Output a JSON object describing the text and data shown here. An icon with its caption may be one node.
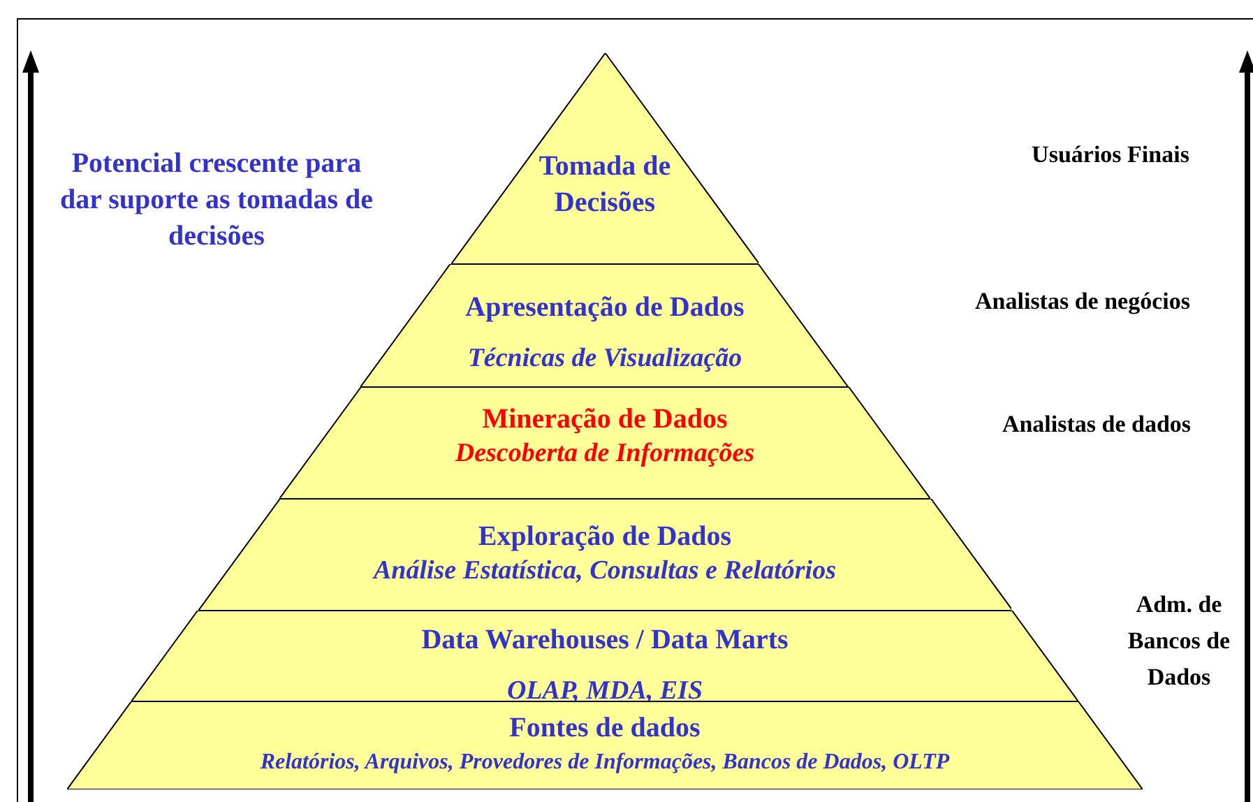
{
  "diagram": {
    "nodes": [
      {
        "text": [
          "Tomada de Decisões"
        ]
      },
      {
        "text": [
          "Apresentação de Dados",
          "Técnicas de Visualização"
        ]
      },
      {
        "text": [
          "Mineração de Dados",
          "Descoberta de Informações"
        ]
      },
      {
        "text": [
          "Exploração de Dados",
          "Análise Estatística, Consultas e Relatórios"
        ]
      },
      {
        "text": [
          "Data Warehouses / Data Marts",
          "OLAP, MDA, EIS"
        ]
      },
      {
        "text": [
          "Fontes de dados",
          "Relatórios, Arquivos, Provedores de Informações, Bancos de Dados, OLTP"
        ]
      }
    ],
    "labels": [
      "Potencial crescente para dar suporte as tomadas de decisões",
      "Usuários Finais",
      "Analistas de negócios",
      "Analistas de dados",
      "Adm. de Bancos de Dados"
    ]
  }
}
